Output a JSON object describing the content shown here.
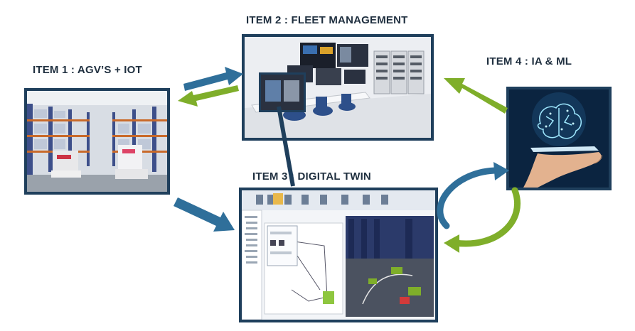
{
  "items": [
    {
      "title": "ITEM 1 : AGV’S + IOT",
      "image": "agv-warehouse-photo"
    },
    {
      "title": "ITEM 2 : FLEET MANAGEMENT",
      "image": "control-room-photo"
    },
    {
      "title": "ITEM 3 : DIGITAL TWIN",
      "image": "simulation-software-screenshot"
    },
    {
      "title": "ITEM 4 : IA & ML",
      "image": "ai-brain-hand-photo"
    }
  ],
  "colors": {
    "arrow_blue": "#2f6f9a",
    "arrow_green": "#7fae2a",
    "frame": "#1f3f5c",
    "title": "#1f2f3f"
  }
}
